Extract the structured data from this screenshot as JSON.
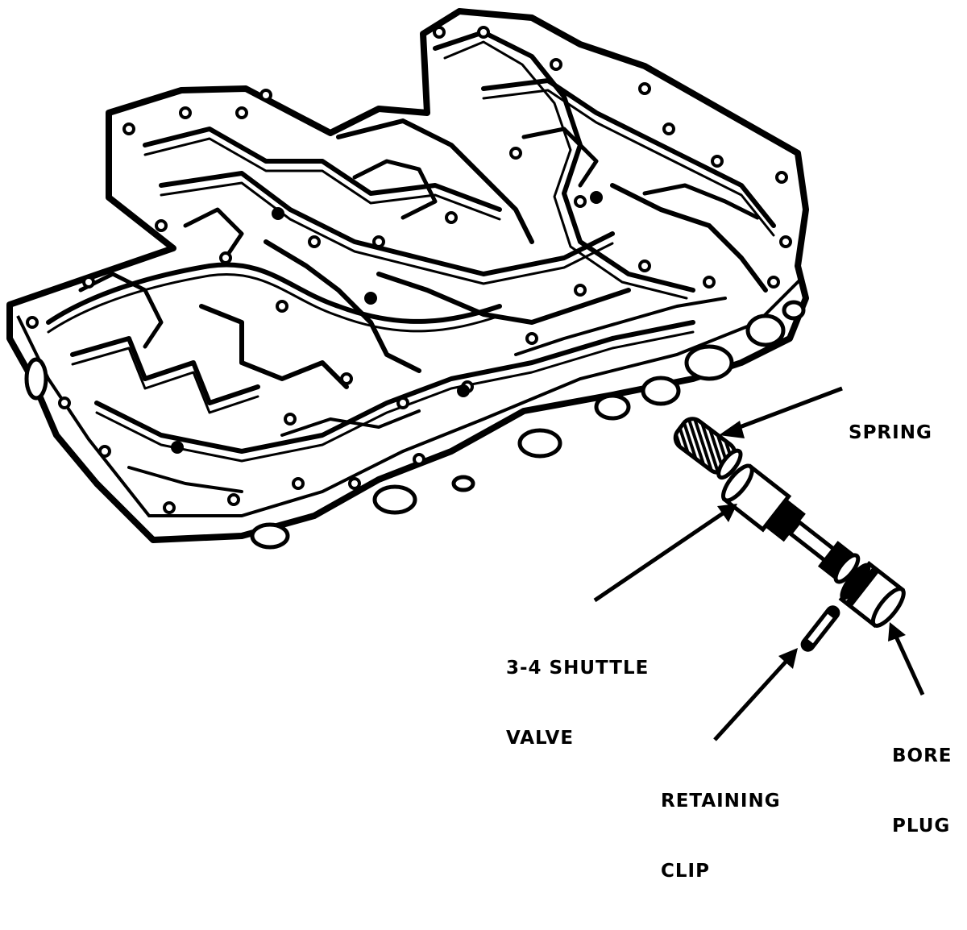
{
  "figure": {
    "labels": {
      "spring": [
        "SPRING"
      ],
      "shuttle_valve": [
        "3-4 SHUTTLE",
        "VALVE"
      ],
      "bore_plug": [
        "BORE",
        "PLUG"
      ],
      "retaining_clip": [
        "RETAINING",
        "CLIP"
      ]
    },
    "colors": {
      "ink": "#000000",
      "paper": "#ffffff"
    }
  }
}
